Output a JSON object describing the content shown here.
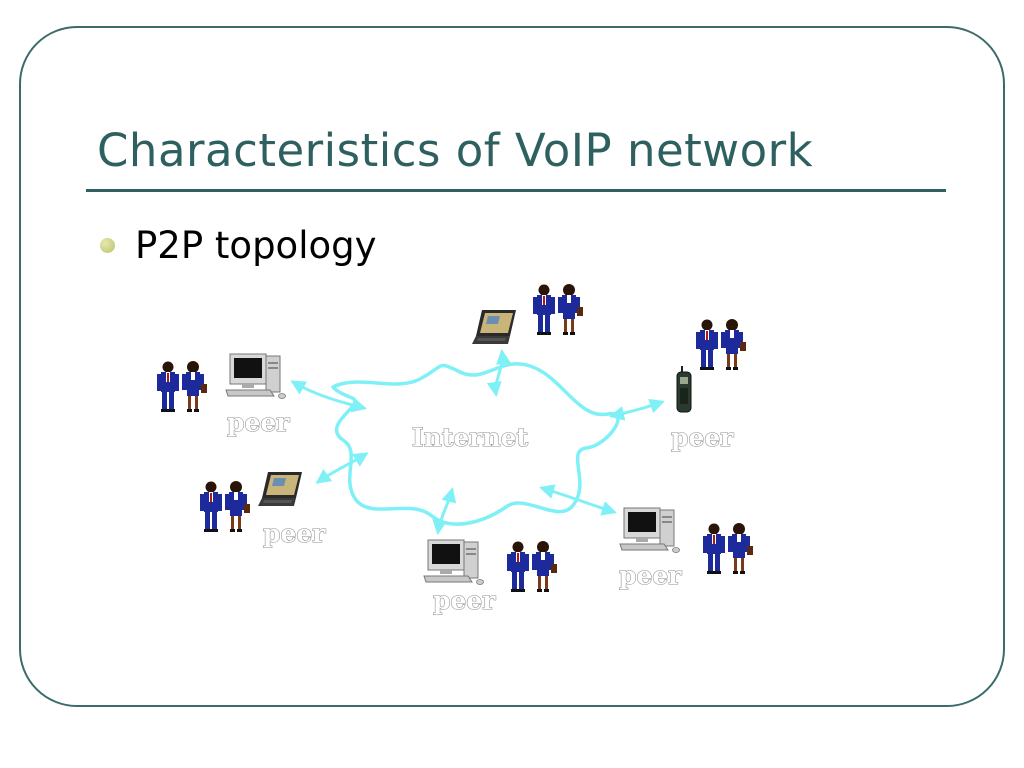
{
  "slide": {
    "title": "Characteristics of VoIP network",
    "bullets": [
      {
        "text": "P2P topology"
      }
    ]
  },
  "diagram": {
    "cloud_label": "Internet",
    "peer_label": "peer",
    "colors": {
      "cloud": "#7ff0f5",
      "frame": "#3d6b6b",
      "title": "#2f6060",
      "suit": "#1d2a9b"
    },
    "nodes": [
      {
        "id": "peer-left",
        "device": "desktop-computer-icon",
        "label": "peer"
      },
      {
        "id": "peer-top",
        "device": "laptop-icon",
        "label": ""
      },
      {
        "id": "peer-right",
        "device": "mobile-phone-icon",
        "label": "peer"
      },
      {
        "id": "peer-left-lower",
        "device": "laptop-icon",
        "label": "peer"
      },
      {
        "id": "peer-bottom",
        "device": "desktop-computer-icon",
        "label": "peer"
      },
      {
        "id": "peer-bottom-right",
        "device": "desktop-computer-icon",
        "label": "peer"
      }
    ]
  }
}
